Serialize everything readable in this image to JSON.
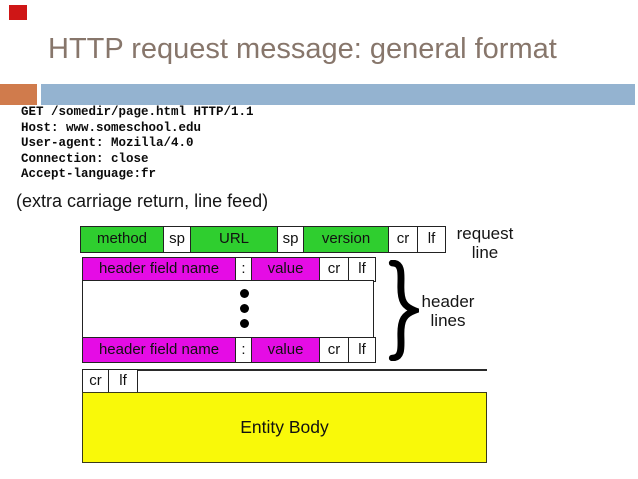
{
  "slide": {
    "title": "HTTP request message: general format",
    "note": "(extra carriage return, line feed)",
    "code_lines": [
      "GET /somedir/page.html HTTP/1.1",
      "Host: www.someschool.edu",
      "User-agent: Mozilla/4.0",
      "Connection: close",
      "Accept-language:fr"
    ],
    "colors": {
      "title": "#87766b",
      "accent_orange": "#d07b4c",
      "accent_blue": "#94b3d0",
      "marker_red": "#cf1616",
      "cell_green": "#2fce2f",
      "cell_magenta": "#e50ce5",
      "entity_yellow": "#f9f909",
      "border": "#222222"
    }
  },
  "diagram": {
    "request_row": {
      "method": "method",
      "sp1": "sp",
      "url": "URL",
      "sp2": "sp",
      "version": "version",
      "cr": "cr",
      "lf": "lf"
    },
    "request_label": {
      "line1": "request",
      "line2": "line"
    },
    "header_row": {
      "name": "header field name",
      "colon": ":",
      "value": "value",
      "cr": "cr",
      "lf": "lf"
    },
    "header_label": {
      "line1": "header",
      "line2": "lines"
    },
    "blank_row": {
      "cr": "cr",
      "lf": "lf"
    },
    "entity_body": "Entity Body",
    "icons": {
      "brace": "curly-brace",
      "dots": "vertical-ellipsis"
    }
  }
}
